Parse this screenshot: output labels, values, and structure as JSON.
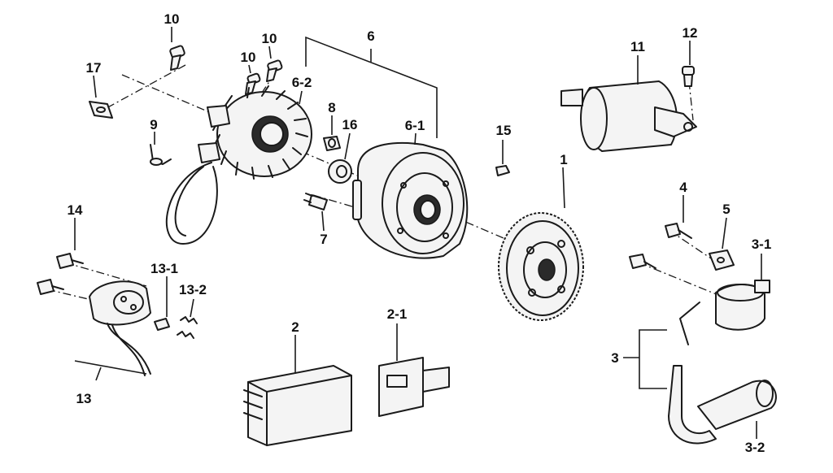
{
  "labels": {
    "p1": "1",
    "p2": "2",
    "p2_1": "2-1",
    "p3": "3",
    "p3_1": "3-1",
    "p3_2": "3-2",
    "p4": "4",
    "p5": "5",
    "p6": "6",
    "p6_1": "6-1",
    "p6_2": "6-2",
    "p7": "7",
    "p8": "8",
    "p9": "9",
    "p10a": "10",
    "p10b": "10",
    "p10c": "10",
    "p11": "11",
    "p12": "12",
    "p13": "13",
    "p13_1": "13-1",
    "p13_2": "13-2",
    "p14": "14",
    "p15": "15",
    "p16": "16",
    "p17": "17"
  }
}
